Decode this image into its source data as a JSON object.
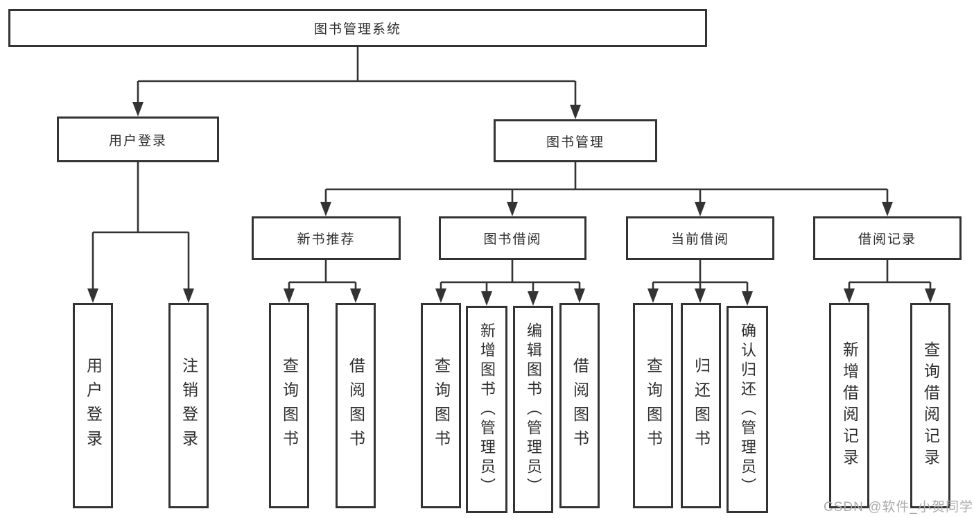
{
  "watermark": "CSDN @软件_小贺同学",
  "colors": {
    "line": "#333333",
    "text": "#2e2e2e",
    "watermark": "#ababab",
    "background": "#ffffff"
  },
  "tree": {
    "root": "图书管理系统",
    "branches": [
      {
        "label": "用户登录",
        "children": [
          {
            "label": "用户登录"
          },
          {
            "label": "注销登录"
          }
        ]
      },
      {
        "label": "图书管理",
        "children": [
          {
            "label": "新书推荐",
            "children": [
              {
                "label": "查询图书"
              },
              {
                "label": "借阅图书"
              }
            ]
          },
          {
            "label": "图书借阅",
            "children": [
              {
                "label": "查询图书"
              },
              {
                "label": "新增图书（管理员）"
              },
              {
                "label": "编辑图书（管理员）"
              },
              {
                "label": "借阅图书"
              }
            ]
          },
          {
            "label": "当前借阅",
            "children": [
              {
                "label": "查询图书"
              },
              {
                "label": "归还图书"
              },
              {
                "label": "确认归还（管理员）"
              }
            ]
          },
          {
            "label": "借阅记录",
            "children": [
              {
                "label": "新增借阅记录"
              },
              {
                "label": "查询借阅记录"
              }
            ]
          }
        ]
      }
    ]
  }
}
